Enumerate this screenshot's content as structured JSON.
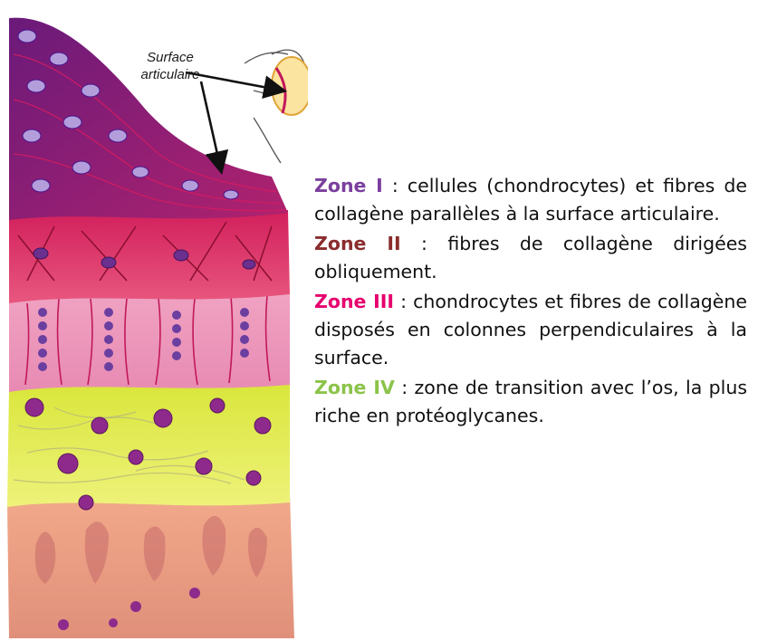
{
  "illustration": {
    "callout_lines": [
      "Surface",
      "articulaire"
    ]
  },
  "zones": [
    {
      "title": "Zone I",
      "description": " : cellules (chondrocytes) et fibres de collagène parallèles à la surface articulaire.",
      "color": "#7b3f9e"
    },
    {
      "title": "Zone II",
      "description": " : fibres de collagène dirigées obliquement.",
      "color": "#8b2d2d"
    },
    {
      "title": "Zone III",
      "description": " : chondrocytes et fibres de collagène disposés en colonnes perpendiculaires à la surface.",
      "color": "#e6006e"
    },
    {
      "title": "Zone IV",
      "description": " : zone de transition avec l’os, la plus riche en protéoglycanes.",
      "color": "#8bc34a"
    }
  ]
}
